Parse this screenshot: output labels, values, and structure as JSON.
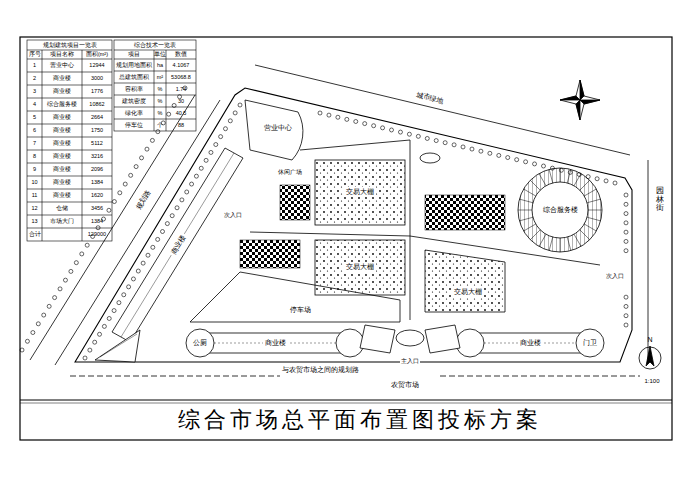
{
  "diagram": {
    "title": "综合市场总平面布置图投标方案",
    "nodes": [
      {
        "text": [
          "营业中心"
        ]
      },
      {
        "text": [
          "综合服务楼"
        ]
      },
      {
        "text": [
          "交易大棚"
        ]
      },
      {
        "text": [
          "交易大棚"
        ]
      },
      {
        "text": [
          "交易大棚"
        ]
      },
      {
        "text": [
          "停车场"
        ]
      },
      {
        "text": [
          "商业楼"
        ]
      },
      {
        "text": [
          "商业楼"
        ]
      },
      {
        "text": [
          "商业楼"
        ]
      },
      {
        "text": [
          "公厕"
        ]
      },
      {
        "text": [
          "门卫"
        ]
      }
    ],
    "labels": [
      "规划建筑项目一览表",
      "序号",
      "项目名称",
      "面积(m²)",
      "1",
      "营业中心",
      "12944",
      "2",
      "商业楼",
      "3000",
      "3",
      "商业楼",
      "1776",
      "4",
      "综合服务楼",
      "10862",
      "5",
      "商业楼",
      "2664",
      "6",
      "商业楼",
      "1750",
      "7",
      "商业楼",
      "5112",
      "8",
      "商业楼",
      "3216",
      "9",
      "商业楼",
      "2096",
      "10",
      "商业楼",
      "1384",
      "11",
      "商业楼",
      "1620",
      "12",
      "仓储",
      "3456",
      "13",
      "市场大门",
      "1384",
      "合计",
      "129000",
      "综合技术一览表",
      "项目",
      "单位",
      "数值",
      "规划用地面积",
      "ha",
      "4.1067",
      "总建筑面积",
      "m²",
      "53068.8",
      "容积率",
      "%",
      "1.74",
      "建筑密度",
      "%",
      "30",
      "绿化率",
      "%",
      "40.5",
      "停车位",
      "个",
      "88",
      "城市绿地",
      "园林街",
      "与农贸市场之间的规划路",
      "农贸市场",
      "1:100",
      "N",
      "主入口",
      "次入口",
      "次入口",
      "规划路",
      "休闲广场"
    ]
  }
}
